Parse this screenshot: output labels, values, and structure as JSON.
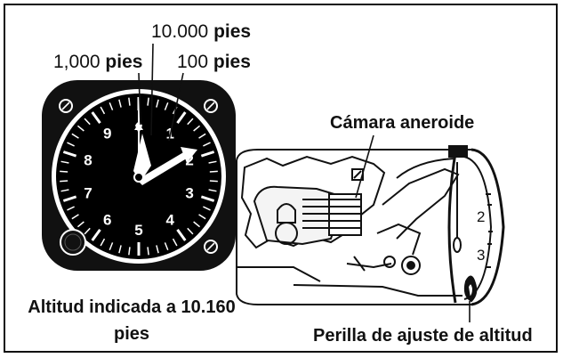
{
  "labels": {
    "pointer_1000": {
      "number": "1,000",
      "unit": "pies"
    },
    "pointer_10000": {
      "number": "10.000",
      "unit": "pies"
    },
    "pointer_100": {
      "number": "100",
      "unit": "pies"
    },
    "aneroid_chamber": "Cámara aneroide",
    "indicated_caption": "Altitud indicada a 10.160 pies",
    "setting_knob": "Perilla de ajuste de altitud"
  },
  "dial_numbers": [
    "0",
    "1",
    "2",
    "3",
    "4",
    "5",
    "6",
    "7",
    "8",
    "9"
  ],
  "side_dial_numbers": [
    "2",
    "3"
  ],
  "colors": {
    "ink": "#111111",
    "paper": "#ffffff",
    "dial_face": "#000000"
  }
}
